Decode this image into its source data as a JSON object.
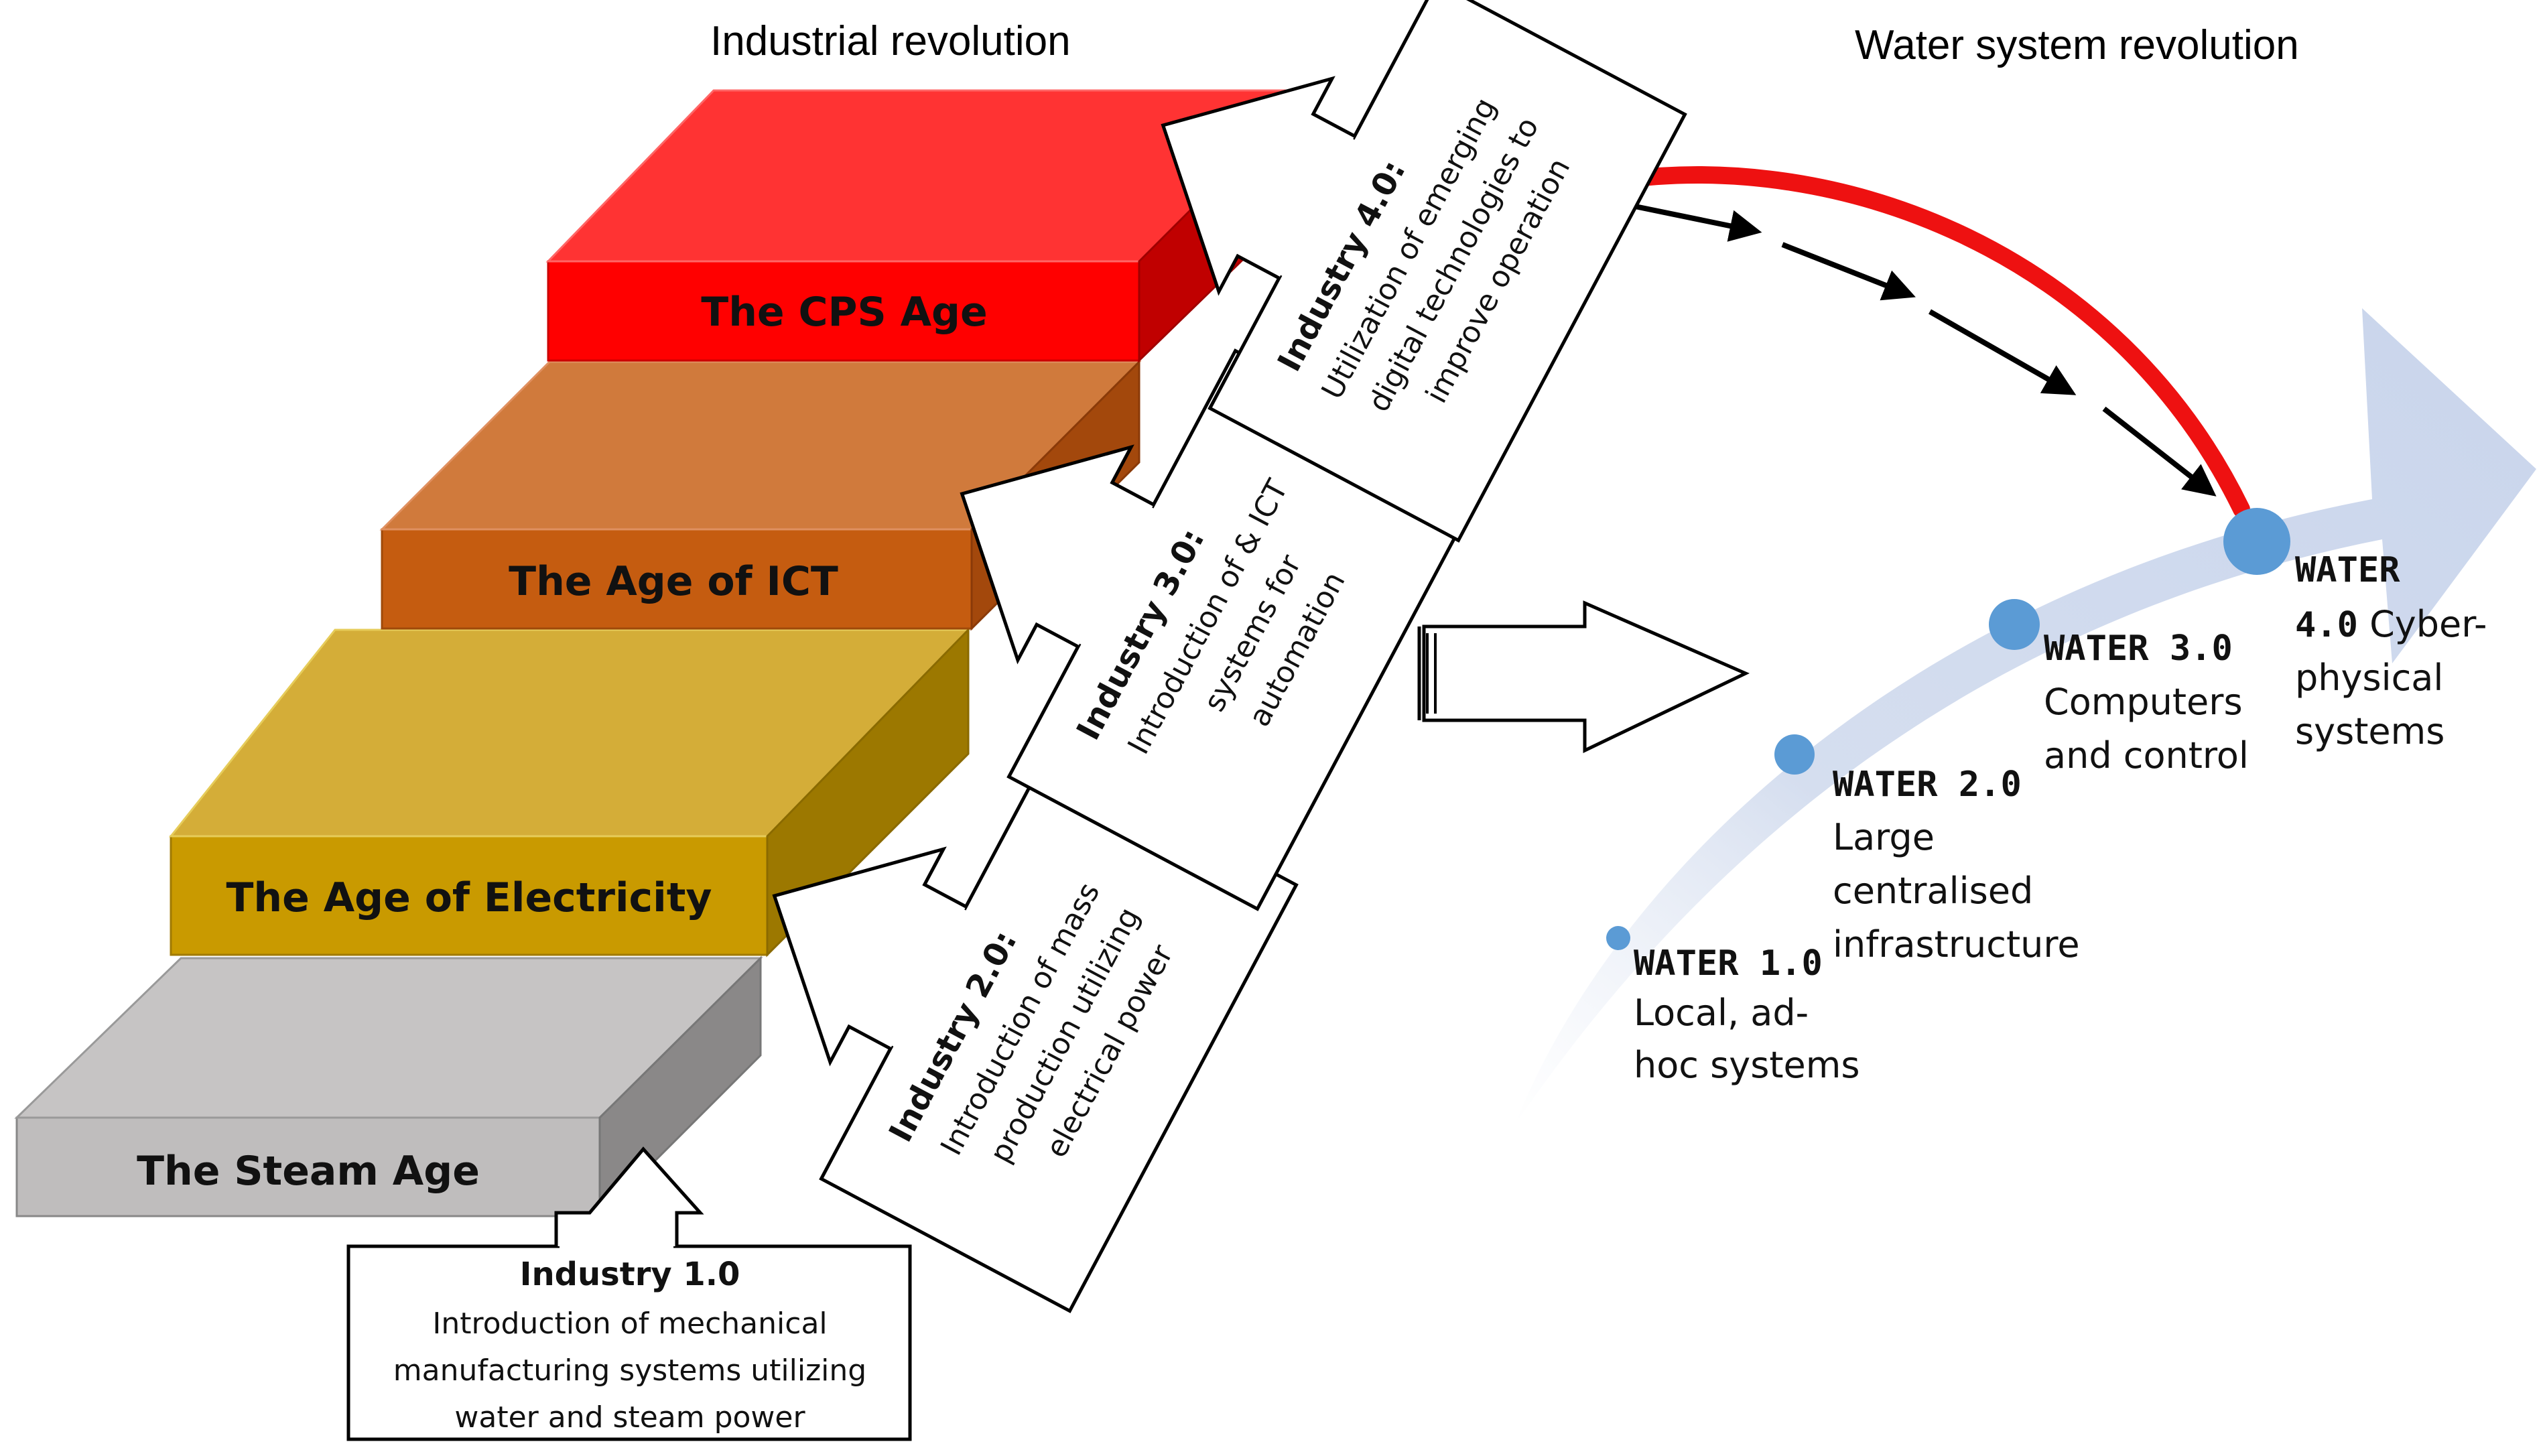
{
  "titles": {
    "industrial": "Industrial revolution",
    "water": "Water system revolution"
  },
  "steps": {
    "cps": "The CPS Age",
    "ict": "The Age of ICT",
    "electricity": "The Age of Electricity",
    "steam": "The Steam Age"
  },
  "industry": {
    "i1": {
      "heading": "Industry 1.0",
      "lines": [
        "Introduction of mechanical",
        "manufacturing systems utilizing",
        "water and steam power"
      ]
    },
    "i2": {
      "heading": "Industry 2.0:",
      "lines": [
        "Introduction of mass",
        "production utilizing",
        "electrical power"
      ]
    },
    "i3": {
      "heading": "Industry 3.0:",
      "lines": [
        "Introduction of & ICT",
        "systems for",
        "automation"
      ]
    },
    "i4": {
      "heading": "Industry 4.0:",
      "lines": [
        "Utilization of emerging",
        "digital technologies to",
        "improve operation"
      ]
    }
  },
  "water": {
    "w1": {
      "heading": "WATER 1.0",
      "lines": [
        "Local, ad-",
        "hoc systems"
      ]
    },
    "w2": {
      "heading": "WATER 2.0",
      "lines": [
        "Large",
        "centralised",
        "infrastructure"
      ]
    },
    "w3": {
      "heading": "WATER 3.0",
      "lines": [
        "Computers",
        "and control"
      ]
    },
    "w4": {
      "heading_line1": "WATER",
      "heading_line2": "4.0",
      "rest_line2": " Cyber-",
      "lines": [
        "physical",
        "systems"
      ]
    }
  },
  "colors": {
    "cps": "#ff3333",
    "ict": "#d07a3c",
    "electricity": "#c99a00",
    "steam": "#bfbdbd",
    "water_arrow": "#d5deef",
    "water_dot": "#5b9bd5",
    "red_arc": "#ee1111"
  }
}
